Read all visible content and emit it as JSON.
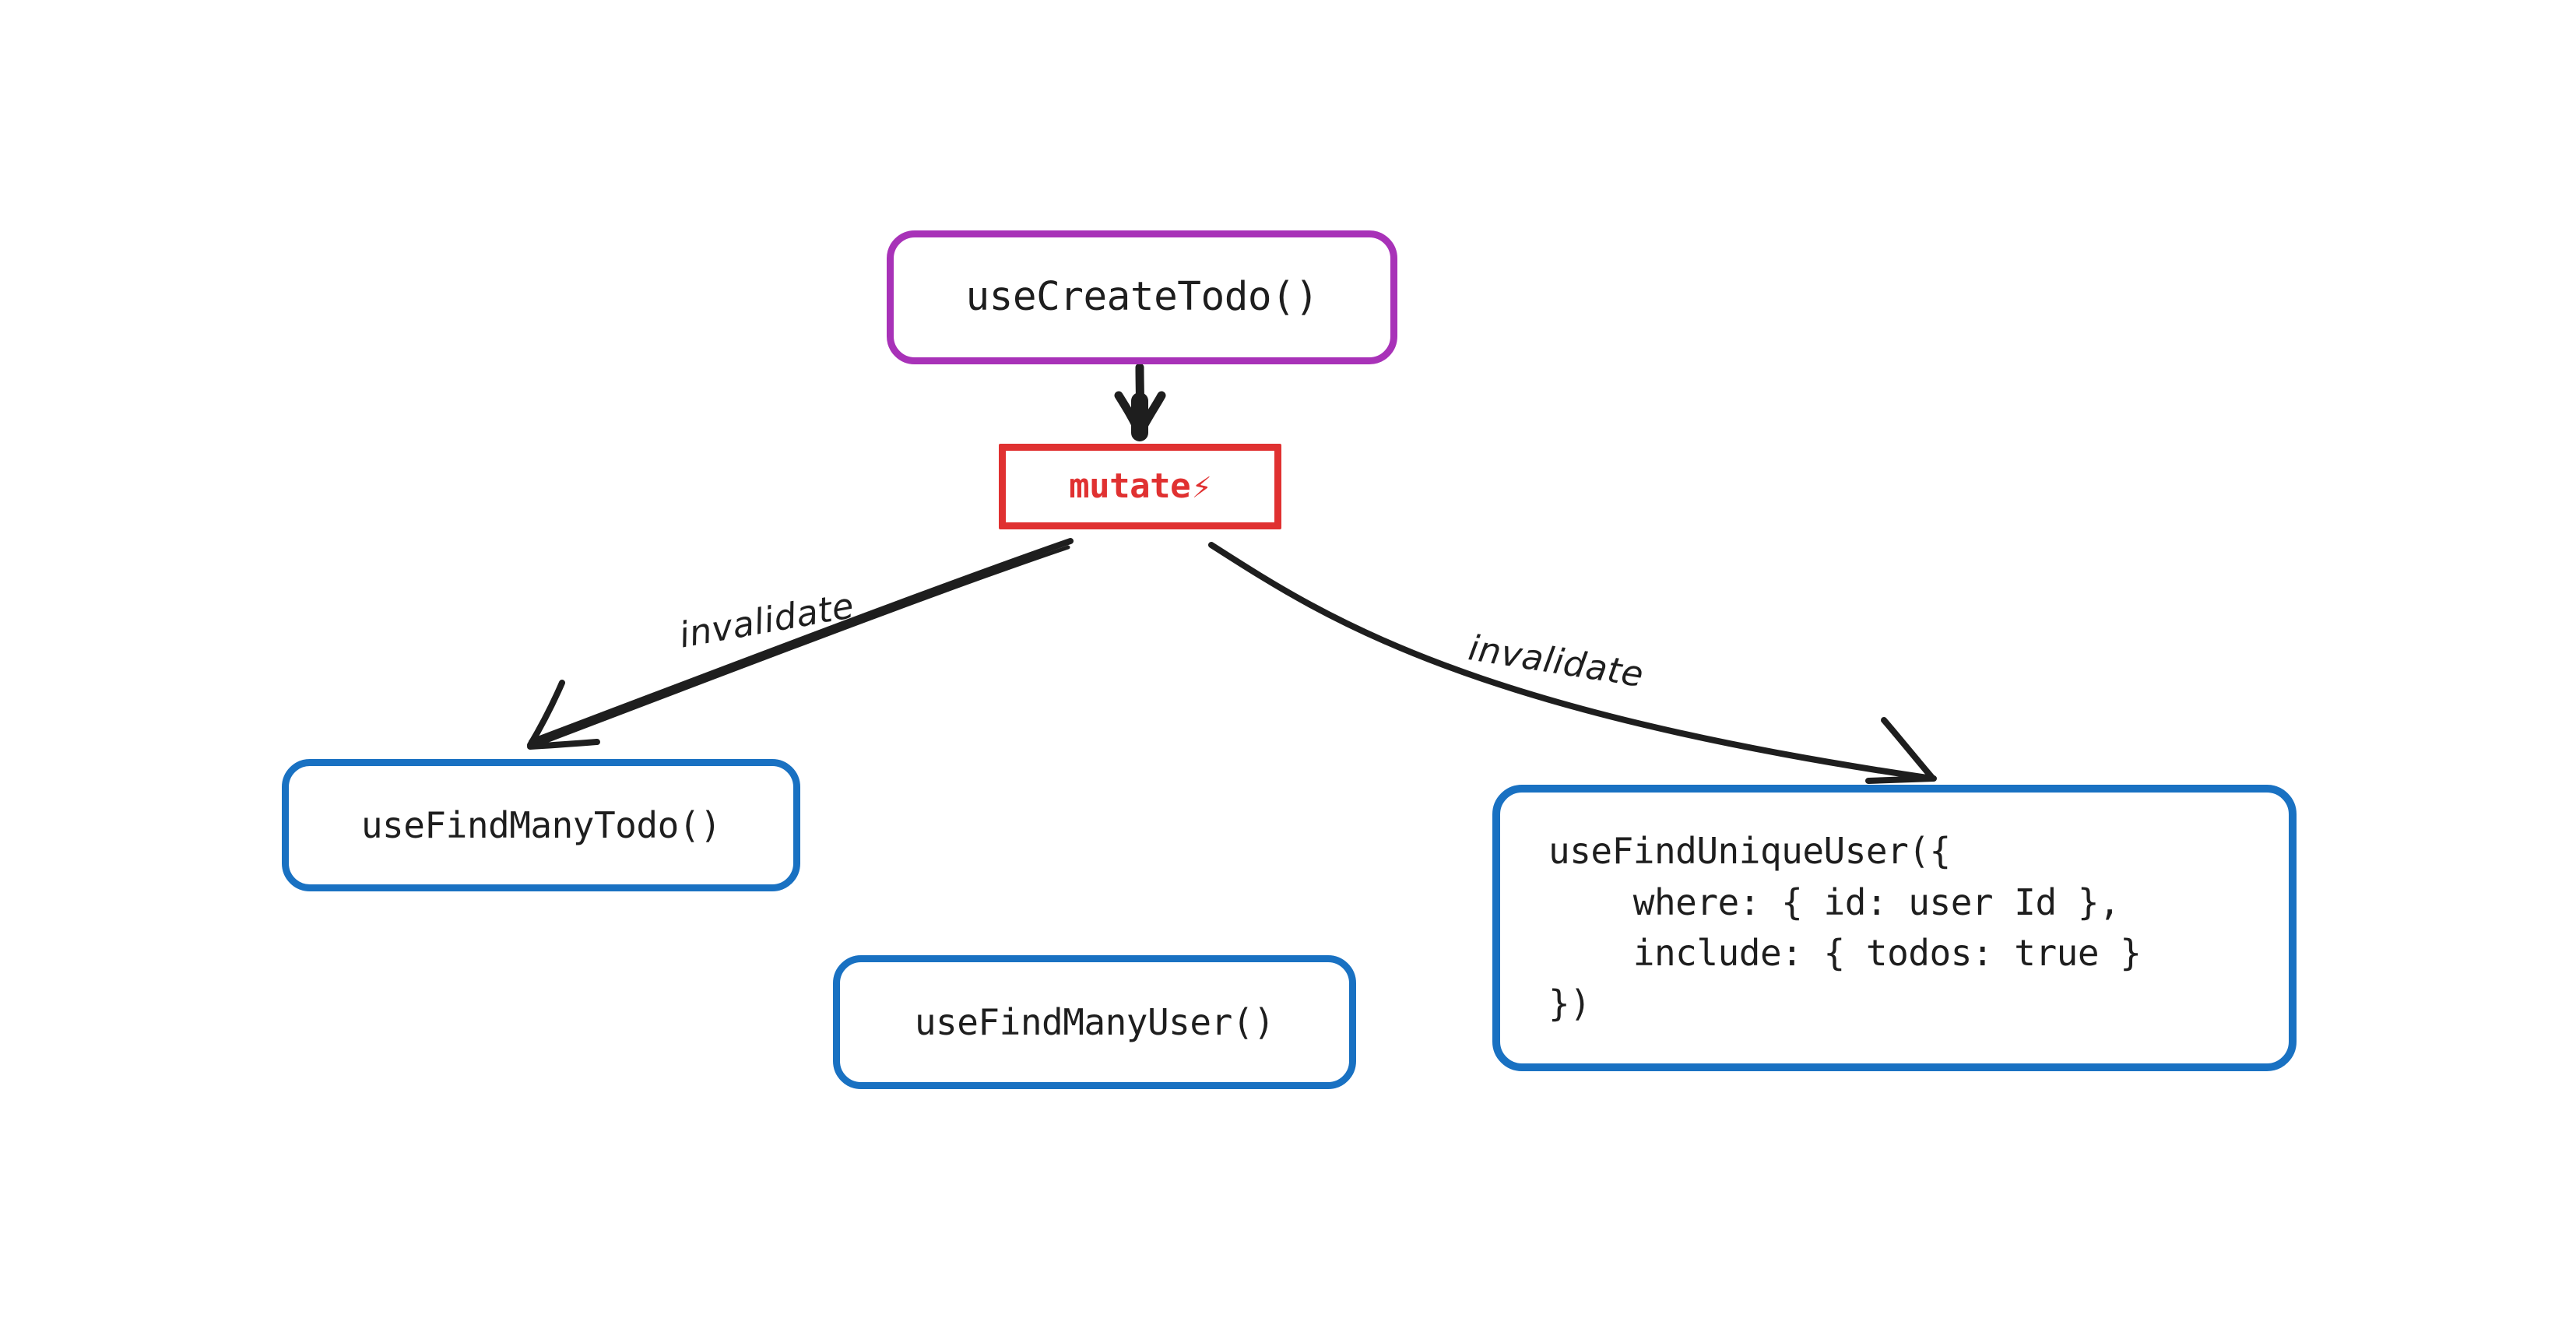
{
  "diagram": {
    "title": "useCreateTodo mutation invalidation graph",
    "background": "#ffffff",
    "colors": {
      "purple": "#a832b8",
      "red": "#e03131",
      "blue": "#1971c2",
      "ink": "#1e1e1e",
      "bolt_yellow": "#f5a623"
    },
    "nodes": [
      {
        "id": "create-todo",
        "label": "useCreateTodo()",
        "shape": "rounded-rectangle",
        "border_color": "#a832b8",
        "text_color": "#1e1e1e"
      },
      {
        "id": "mutate",
        "label": "mutate",
        "icon": "lightning-bolt-icon",
        "icon_glyph": "⚡",
        "shape": "rectangle",
        "border_color": "#e03131",
        "text_color": "#e03131"
      },
      {
        "id": "find-many-todo",
        "label": "useFindManyTodo()",
        "shape": "rounded-rectangle",
        "border_color": "#1971c2",
        "text_color": "#1e1e1e"
      },
      {
        "id": "find-many-user",
        "label": "useFindManyUser()",
        "shape": "rounded-rectangle",
        "border_color": "#1971c2",
        "text_color": "#1e1e1e"
      },
      {
        "id": "find-unique-user",
        "label": "useFindUniqueUser({\n    where: { id: user Id },\n    include: { todos: true }\n})",
        "shape": "rounded-rectangle",
        "border_color": "#1971c2",
        "text_color": "#1e1e1e"
      }
    ],
    "edges": [
      {
        "id": "create-todo-to-mutate",
        "from": "create-todo",
        "to": "mutate",
        "label": "",
        "style": "solid-arrow"
      },
      {
        "id": "mutate-to-find-many-todo",
        "from": "mutate",
        "to": "find-many-todo",
        "label": "invalidate",
        "style": "solid-arrow"
      },
      {
        "id": "mutate-to-find-unique-user",
        "from": "mutate",
        "to": "find-unique-user",
        "label": "invalidate",
        "style": "solid-arrow"
      }
    ]
  }
}
